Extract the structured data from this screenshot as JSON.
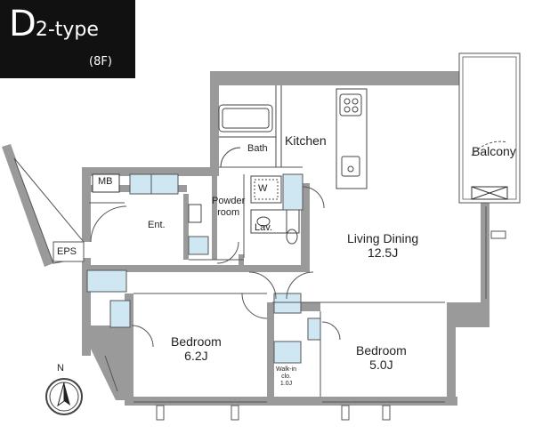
{
  "header": {
    "type_letter": "D",
    "type_number": "2",
    "type_suffix": "-type",
    "floor": "(8F)"
  },
  "rooms": {
    "living": "Living Dining",
    "living_size": "12.5J",
    "kitchen": "Kitchen",
    "balcony": "Balcony",
    "bath": "Bath",
    "powder": "Powder",
    "powder2": "room",
    "washer": "W",
    "lav": "Lav.",
    "mb": "MB",
    "entrance": "Ent.",
    "eps": "EPS",
    "bedroom1": "Bedroom",
    "bedroom1_size": "6.2J",
    "bedroom2": "Bedroom",
    "bedroom2_size": "5.0J",
    "wic": "Walk-in",
    "wic2": "clo.",
    "wic3": "1.0J"
  },
  "compass": {
    "label": "N"
  },
  "colors": {
    "wall": "#9a9a9a",
    "storage": "#cfe6f3",
    "line": "#555555",
    "header_bg": "#111111"
  }
}
